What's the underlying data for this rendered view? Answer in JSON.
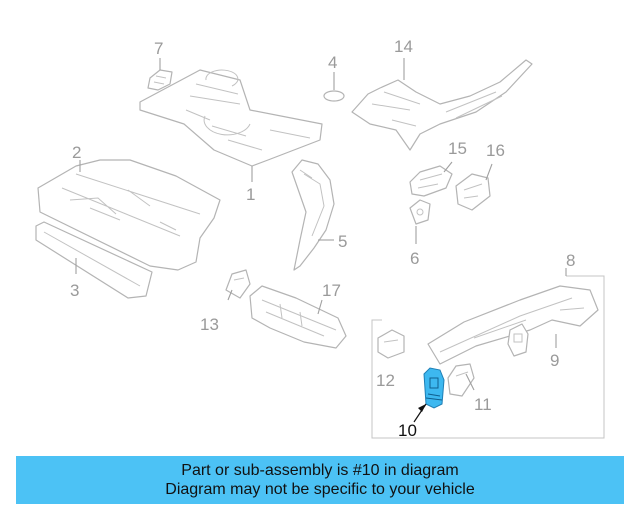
{
  "diagram": {
    "callouts": [
      "1",
      "2",
      "3",
      "4",
      "5",
      "6",
      "7",
      "8",
      "9",
      "10",
      "11",
      "12",
      "13",
      "14",
      "15",
      "16",
      "17"
    ],
    "highlighted": "10",
    "colors": {
      "highlight": "#3db8f0",
      "banner": "#4cc2f5"
    }
  },
  "banner": {
    "line1": "Part or sub-assembly is #10 in diagram",
    "line2": "Diagram may not be specific to your vehicle"
  }
}
